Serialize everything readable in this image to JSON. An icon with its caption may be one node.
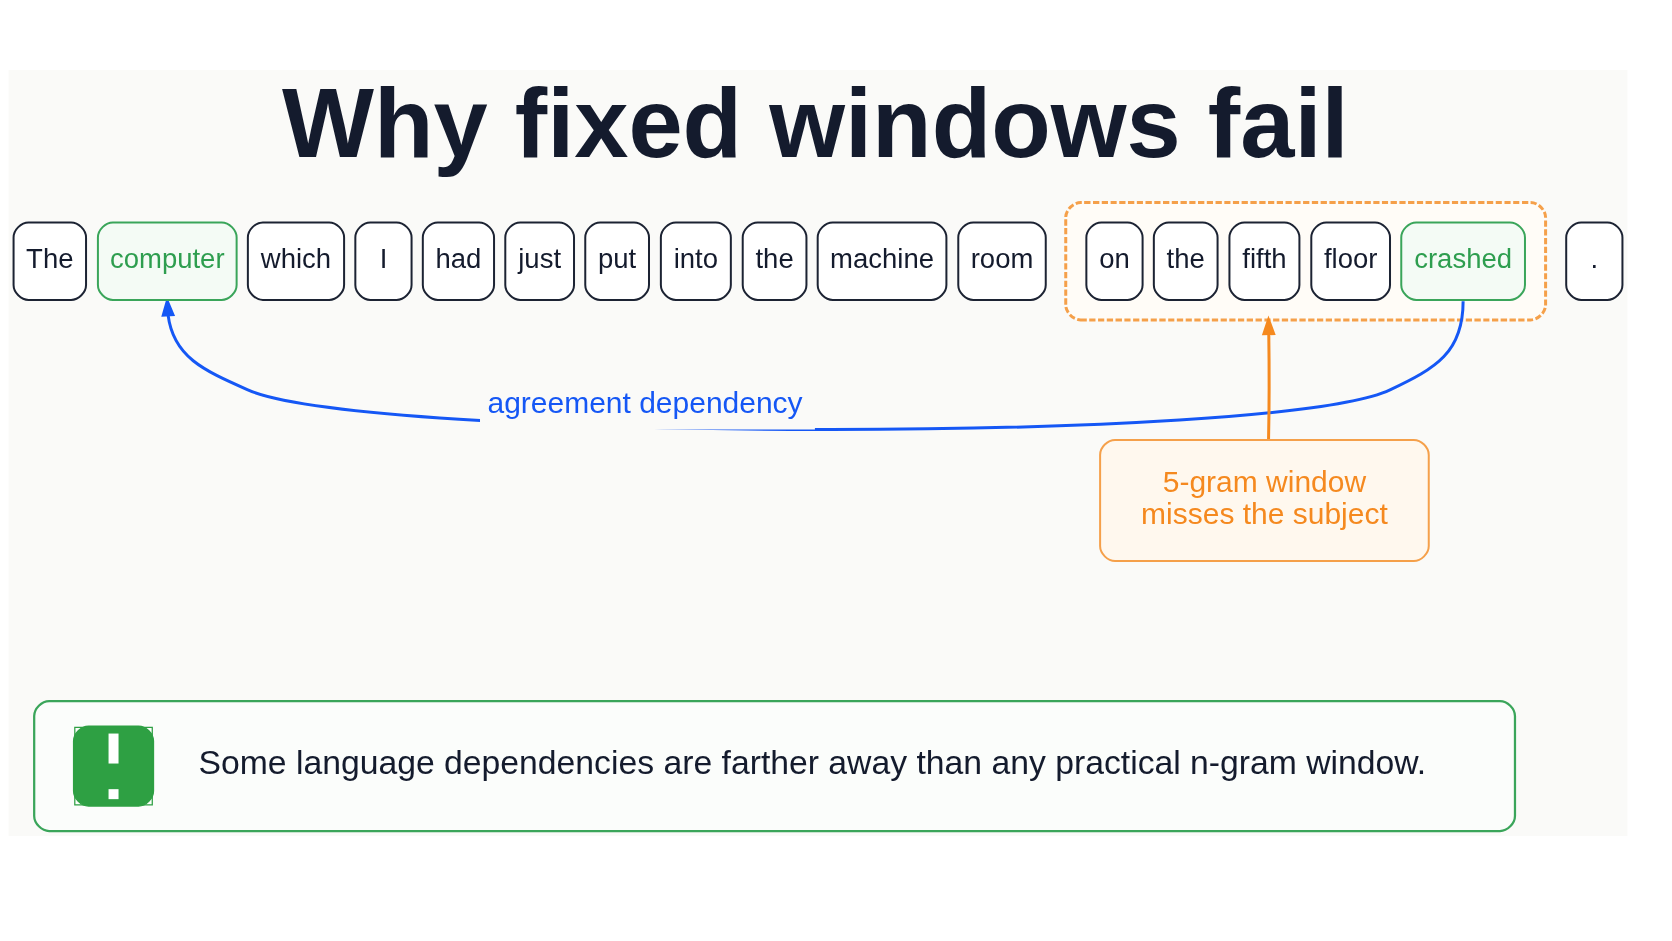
{
  "diagram": {
    "title": "Why fixed windows fail",
    "nodes": [
      {
        "text": [
          "The"
        ]
      },
      {
        "text": [
          "computer"
        ]
      },
      {
        "text": [
          "which"
        ]
      },
      {
        "text": [
          "I"
        ]
      },
      {
        "text": [
          "had"
        ]
      },
      {
        "text": [
          "just"
        ]
      },
      {
        "text": [
          "put"
        ]
      },
      {
        "text": [
          "into"
        ]
      },
      {
        "text": [
          "the"
        ]
      },
      {
        "text": [
          "machine"
        ]
      },
      {
        "text": [
          "room"
        ]
      },
      {
        "text": [],
        "shape": "box"
      },
      {
        "text": [
          "on"
        ],
        "in": 11
      },
      {
        "text": [
          "the"
        ],
        "in": 11
      },
      {
        "text": [
          "fifth"
        ],
        "in": 11
      },
      {
        "text": [
          "floor"
        ],
        "in": 11
      },
      {
        "text": [
          "crashed"
        ],
        "in": 11
      },
      {
        "text": [
          "."
        ]
      },
      {
        "text": [
          "5-gram window misses the subject"
        ]
      },
      {
        "text": [
          "Some language dependencies are farther away than any practical n-gram window."
        ]
      }
    ],
    "edges": [
      {
        "from": 16,
        "to": 1,
        "arrow": "to",
        "label": "agreement dependency",
        "color": "#1557f5"
      },
      {
        "from": 18,
        "to": 11,
        "arrow": "to",
        "color": "#f5891f"
      }
    ]
  }
}
